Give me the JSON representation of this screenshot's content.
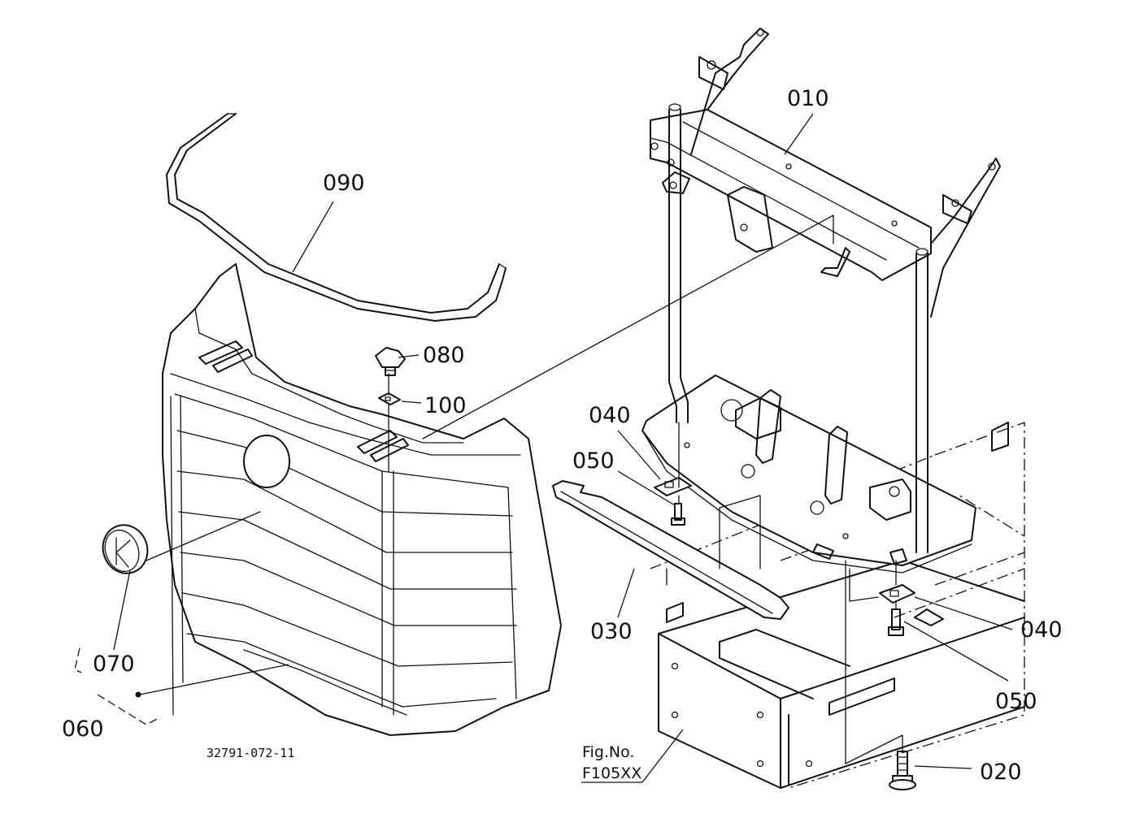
{
  "diagram": {
    "part_labels": {
      "p010": "010",
      "p090": "090",
      "p080": "080",
      "p100": "100",
      "p040a": "040",
      "p050a": "050",
      "p030": "030",
      "p040b": "040",
      "p050b": "050",
      "p070": "070",
      "p060": "060",
      "p020": "020"
    },
    "drawing_number": "32791-072-11",
    "fig_ref": {
      "line1": "Fig.No.",
      "line2": "F105XX"
    }
  }
}
